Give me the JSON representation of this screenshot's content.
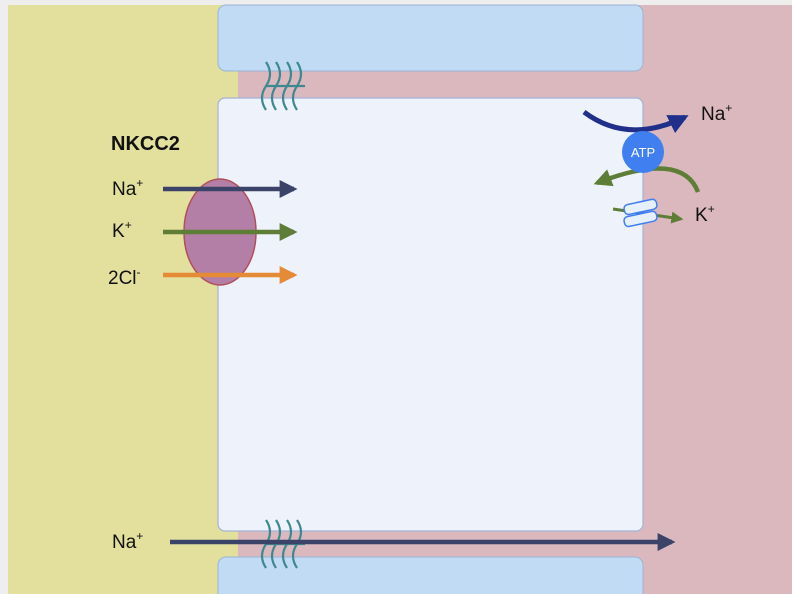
{
  "transporter": {
    "name": "NKCC2",
    "ions": [
      {
        "base": "Na",
        "sup": "+",
        "color": "#3b4468"
      },
      {
        "base": "K",
        "sup": "+",
        "color": "#5e7d36"
      },
      {
        "base": "2Cl",
        "sup": "-",
        "color": "#e58a35"
      }
    ]
  },
  "pump": {
    "label": "ATP",
    "na": {
      "base": "Na",
      "sup": "+"
    },
    "k": {
      "base": "K",
      "sup": "+"
    }
  },
  "paracellular": {
    "base": "Na",
    "sup": "+"
  },
  "colors": {
    "lumen": "#e2e09c",
    "interstitium": "#dab8be",
    "cell": "#eef2fb",
    "neighbor_cell": "#c0dbf3",
    "junction": "#3c8a90",
    "cotransporter": "#b47fa6",
    "pump": "#3f7ff0",
    "na_dark": "#1f2f8a"
  }
}
